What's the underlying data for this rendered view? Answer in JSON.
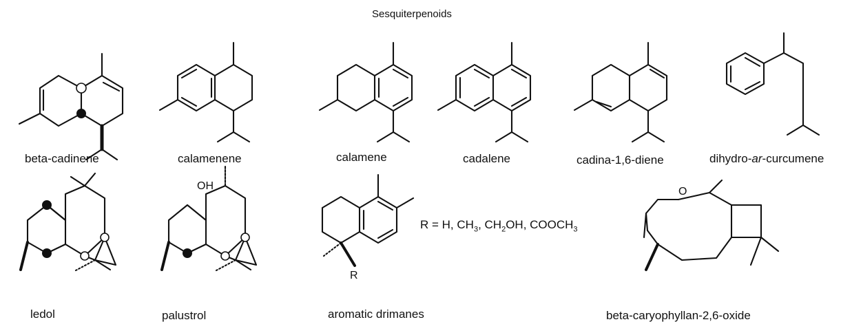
{
  "title": "Sesquiterpenoids",
  "compounds": [
    {
      "label": "beta-cadinene"
    },
    {
      "label": "calamenene"
    },
    {
      "label": "calamene"
    },
    {
      "label": "cadalene"
    },
    {
      "label": "cadina-1,6-diene"
    },
    {
      "label_pre": "dihydro-",
      "label_em": "ar",
      "label_post": "-curcumene"
    },
    {
      "label": "ledol"
    },
    {
      "label": "palustrol"
    },
    {
      "label": "aromatic drimanes"
    },
    {
      "label": "beta-caryophyllan-2,6-oxide"
    }
  ],
  "drimane_r": {
    "prefix": "R = H, CH",
    "sub1": "3",
    "mid1": ", CH",
    "sub2": "2",
    "mid2": "OH, COOCH",
    "sub3": "3"
  },
  "atoms": {
    "hydroxyl": "OH",
    "r_group": "R",
    "oxygen": "O"
  }
}
